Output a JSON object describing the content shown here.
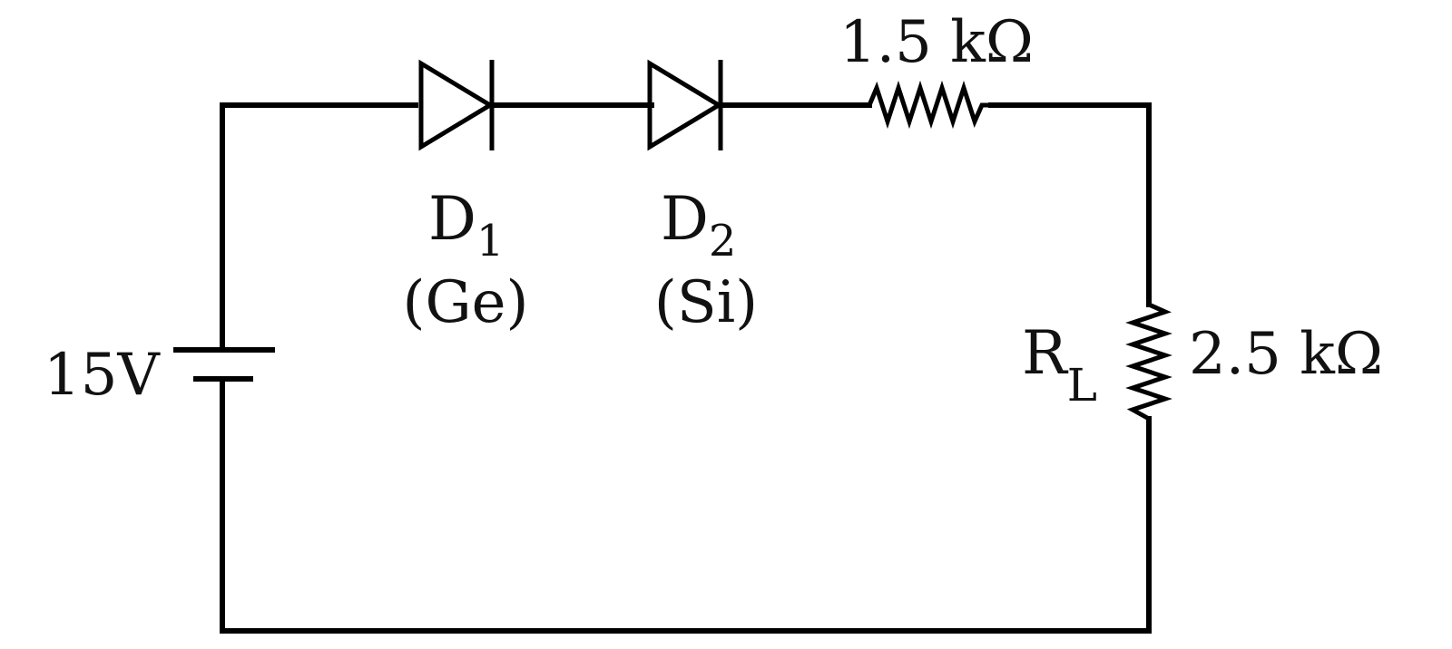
{
  "source": {
    "label": "15V"
  },
  "diode1": {
    "name": "D",
    "subscript": "1",
    "material": "(Ge)"
  },
  "diode2": {
    "name": "D",
    "subscript": "2",
    "material": "(Si)"
  },
  "series_resistor": {
    "value": "1.5 kΩ"
  },
  "load_resistor": {
    "name": "R",
    "subscript": "L",
    "value": "2.5 kΩ"
  }
}
